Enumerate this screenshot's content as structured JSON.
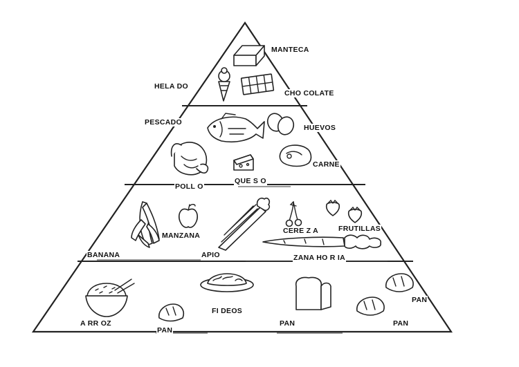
{
  "labels": {
    "manteca": "MANTECA",
    "helado": "HELA DO",
    "chocolate": "CHO COLATE",
    "pescado": "PESCADO",
    "huevos": "HUEVOS",
    "carne": "CARNE",
    "pollo": "POLL O",
    "queso": "QUE S O",
    "manzana": "MANZANA",
    "banana": "BANANA",
    "apio": "APIO",
    "cereza": "CERE Z A",
    "frutillas": "FRUTILLAS",
    "zanahoria": "ZANA HO R IA",
    "fideos": "FI DEOS",
    "arroz": "A RR OZ",
    "pan_1": "PAN",
    "pan_2": "PAN",
    "pan_3": "PAN",
    "pan_4": "PAN"
  },
  "icons": [
    "butter-icon",
    "ice-cream-icon",
    "chocolate-icon",
    "fish-icon",
    "eggs-icon",
    "chicken-icon",
    "cheese-icon",
    "meat-icon",
    "banana-icon",
    "apple-icon",
    "celery-icon",
    "cherries-icon",
    "strawberries-icon",
    "carrot-icon",
    "rice-bowl-icon",
    "noodles-plate-icon",
    "bread-loaf-icon",
    "bread-roll-icon"
  ],
  "colors": {
    "line": "#222222",
    "background": "#ffffff"
  }
}
